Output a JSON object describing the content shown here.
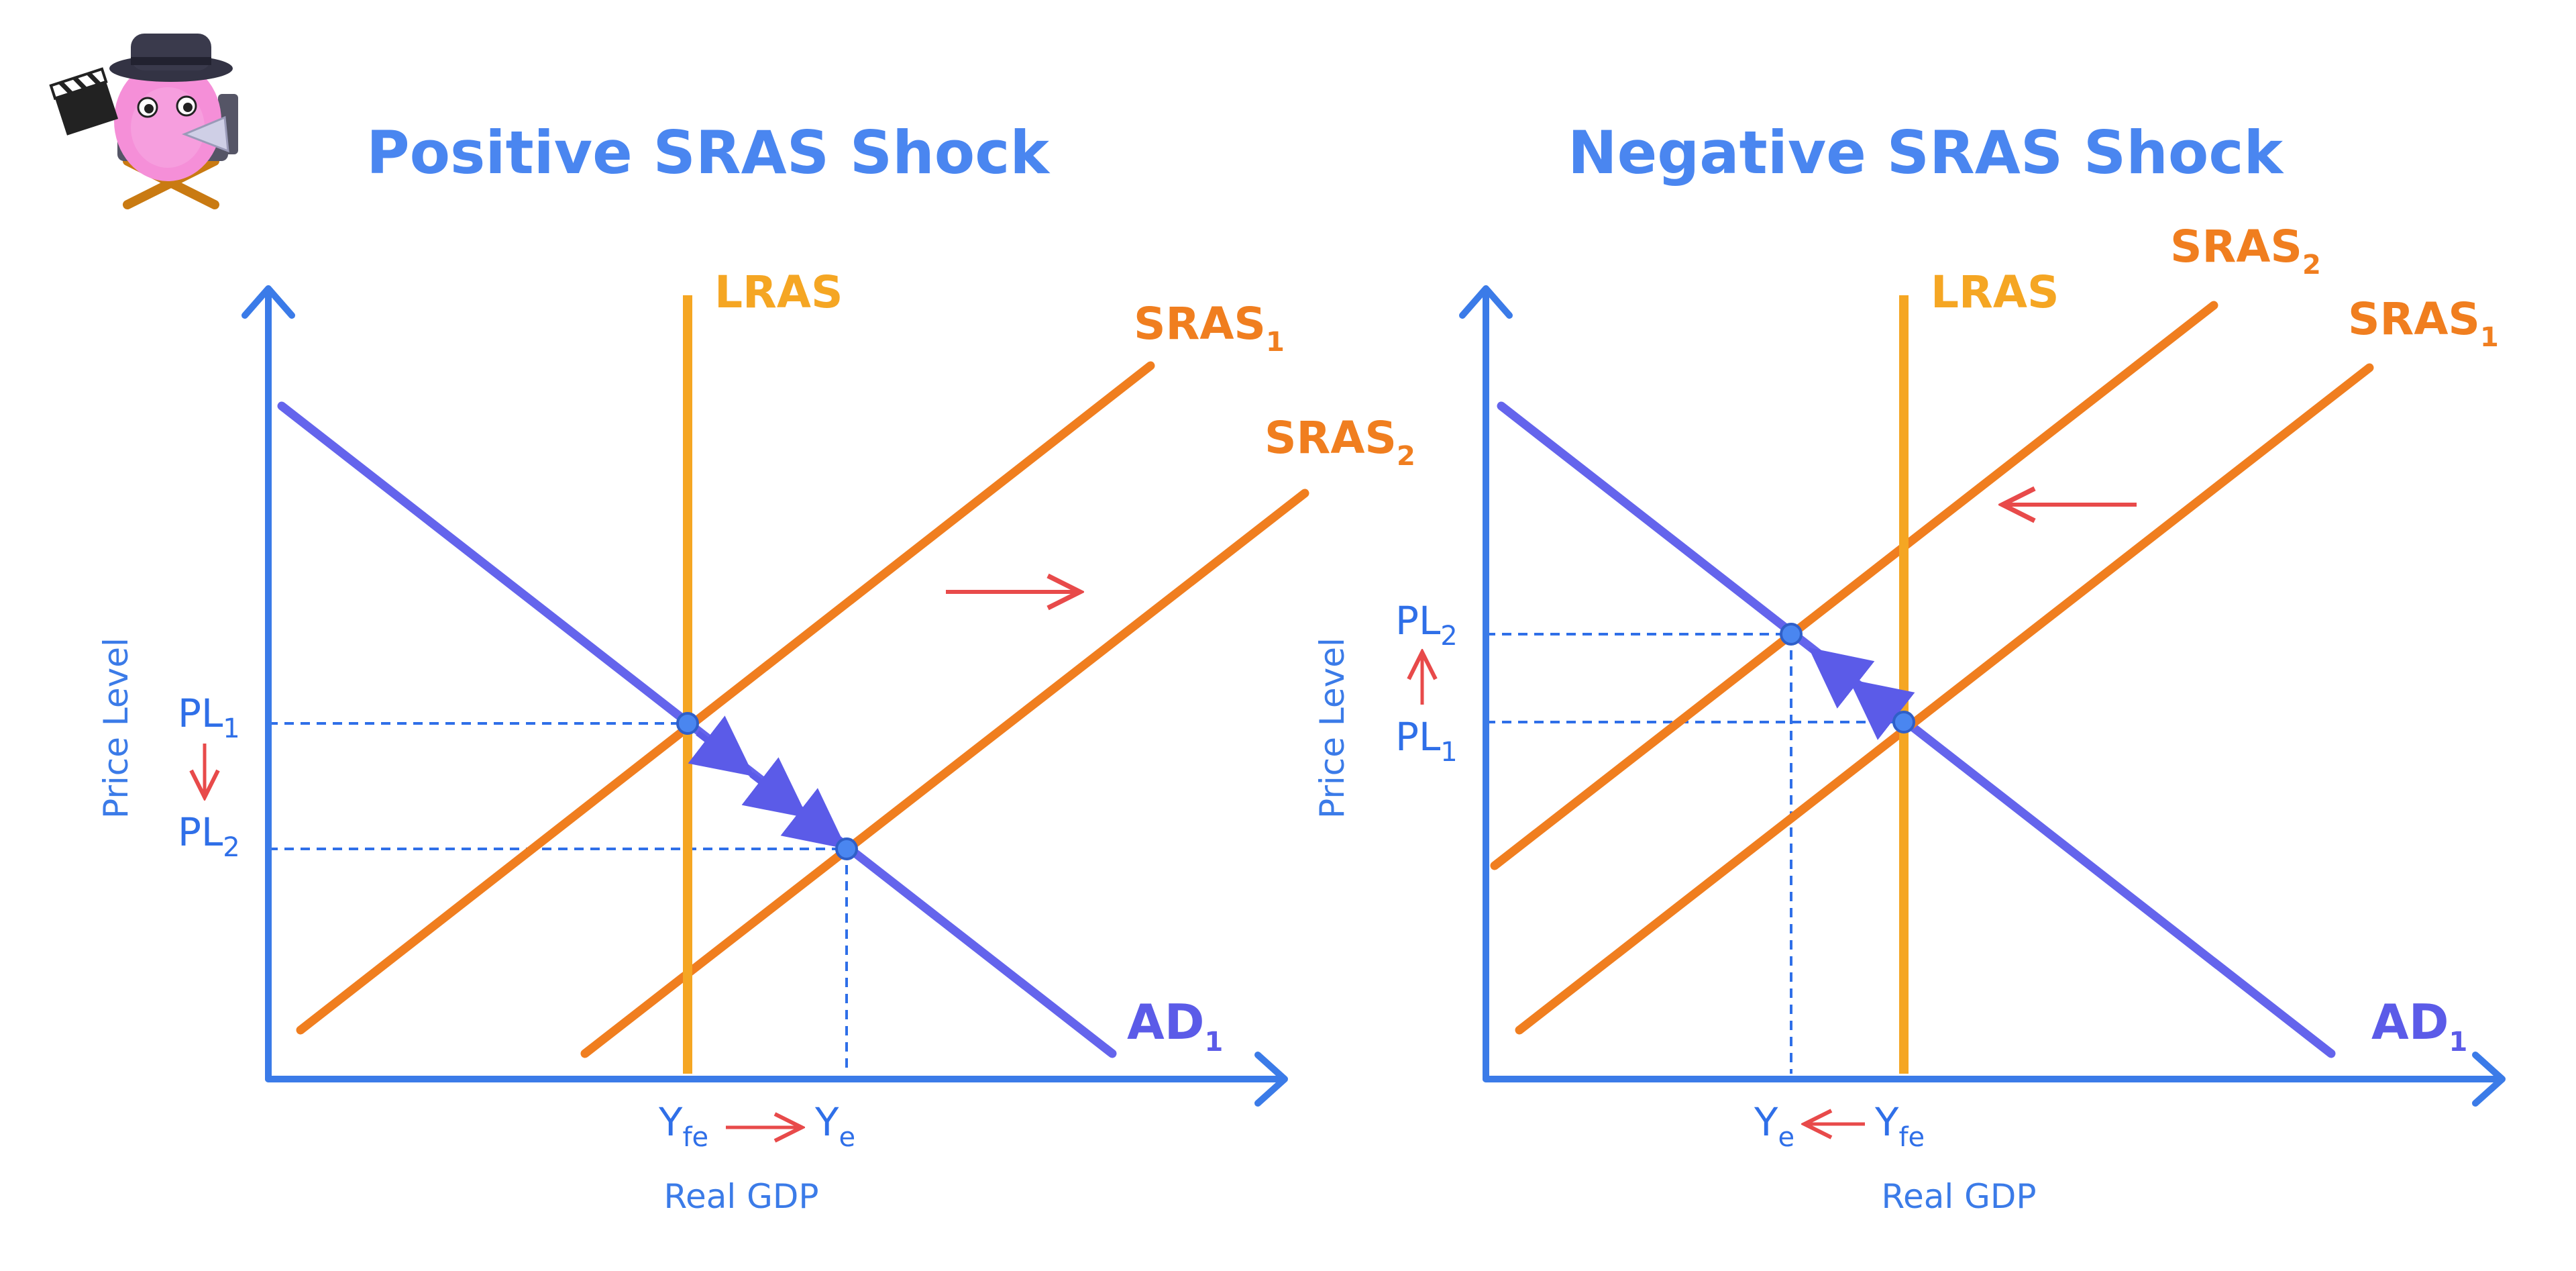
{
  "panels": [
    {
      "title": "Positive SRAS Shock",
      "lras_label": "LRAS",
      "sras1_label": "SRAS",
      "sras1_sub": "1",
      "sras2_label": "SRAS",
      "sras2_sub": "2",
      "ad_label": "AD",
      "ad_sub": "1",
      "pl_top": "PL",
      "pl_top_sub": "1",
      "pl_bottom": "PL",
      "pl_bottom_sub": "2",
      "y_left": "Y",
      "y_left_sub": "fe",
      "y_right": "Y",
      "y_right_sub": "e",
      "y_axis_label": "Price Level",
      "x_axis_label": "Real GDP",
      "shift_direction": "right"
    },
    {
      "title": "Negative SRAS Shock",
      "lras_label": "LRAS",
      "sras1_label": "SRAS",
      "sras1_sub": "1",
      "sras2_label": "SRAS",
      "sras2_sub": "2",
      "ad_label": "AD",
      "ad_sub": "1",
      "pl_top": "PL",
      "pl_top_sub": "2",
      "pl_bottom": "PL",
      "pl_bottom_sub": "1",
      "y_left": "Y",
      "y_left_sub": "e",
      "y_right": "Y",
      "y_right_sub": "fe",
      "y_axis_label": "Price Level",
      "x_axis_label": "Real GDP",
      "shift_direction": "left"
    }
  ],
  "colors": {
    "axis": "#3b7be8",
    "ad": "#6464ec",
    "sras": "#f07e1f",
    "lras": "#f5a623",
    "arrow": "#e84a4a",
    "guide": "#2f6fe8"
  },
  "mascot": {
    "icon": "director-mascot-icon"
  }
}
